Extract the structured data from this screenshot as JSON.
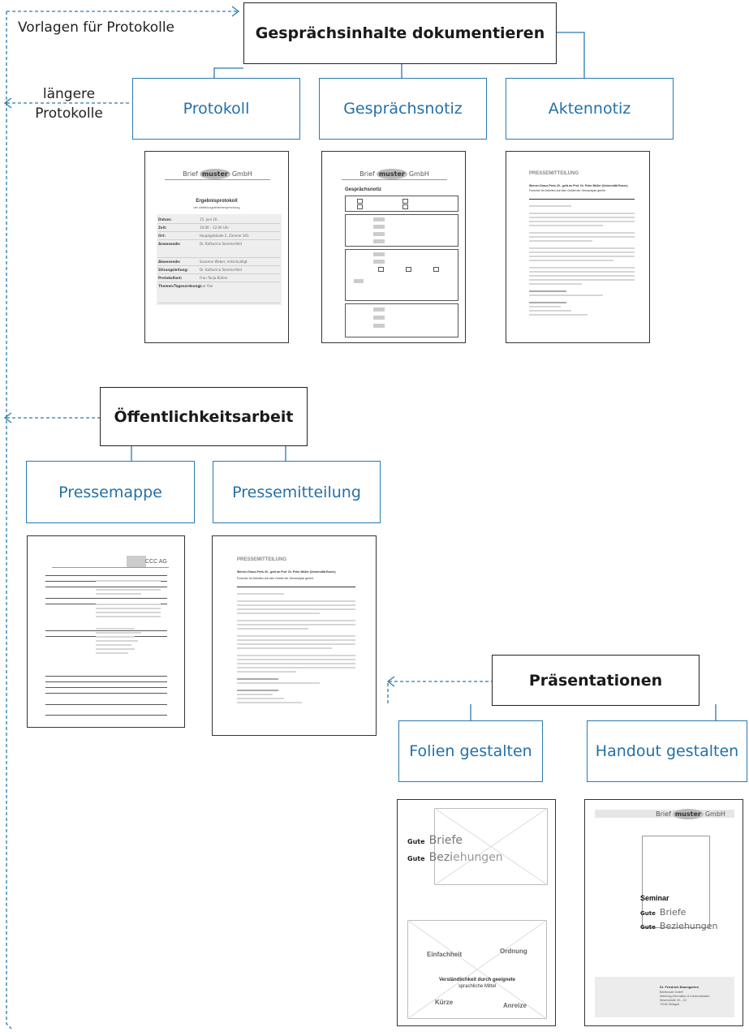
{
  "top": {
    "title": "Gesprächsinhalte dokumentieren"
  },
  "labels": {
    "templates": "Vorlagen für Protokolle",
    "longer_line1": "längere",
    "longer_line2": "Protokolle"
  },
  "branches": {
    "protokoll": "Protokoll",
    "gespraechsnotiz": "Gesprächsnotiz",
    "aktennotiz": "Aktennotiz",
    "oeffentlichkeit": "Öffentlichkeitsarbeit",
    "pressemappe": "Pressemappe",
    "pressemitteilung": "Pressemitteilung",
    "praesentationen": "Präsentationen",
    "folien": "Folien gestalten",
    "handout": "Handout gestalten"
  },
  "docs": {
    "letterhead": {
      "left": "Brief",
      "mid": "muster",
      "right": "GmbH"
    },
    "protokoll": {
      "title": "Ergebnisprotokoll",
      "subtitle": "der Abteilungsleiterbesprechung",
      "rows": [
        {
          "k": "Datum:",
          "v": "15. Juni 20.."
        },
        {
          "k": "Zeit:",
          "v": "10:00 – 12:00 Uhr"
        },
        {
          "k": "Ort:",
          "v": "Hauptgebäude 2, Zimmer 301"
        },
        {
          "k": "Anwesende:",
          "v": "Dr. Katharina Sommerfeld"
        },
        {
          "k": "Abwesende:",
          "v": "Susanne Weber, entschuldigt"
        },
        {
          "k": "Sitzungsleitung:",
          "v": "Dr. Katharina Sommerfeld"
        },
        {
          "k": "Protokollant:",
          "v": "Frau Tanja Bühler"
        },
        {
          "k": "Themen/Tagesordnung:",
          "v": "Jour fixe"
        }
      ]
    },
    "notiz": {
      "title": "Gesprächsnotiz"
    },
    "press": {
      "heading": "PRESSEMITTEILUNG",
      "headline": "Werner-Graus-Preis 20.. geht an Prof. Dr. Peter Müller (Universität Essen)",
      "subline": "Forscher für Arbeiten auf dem Gebiet der Genanalyse geehrt"
    },
    "mappe": {
      "brand": "CCC AG"
    },
    "folien": {
      "gute1": "Gute",
      "briefe": "Briefe",
      "gute2": "Gute",
      "bez1": "Bezi",
      "bez2": "ehungen",
      "einfachheit": "Einfachheit",
      "ordnung": "Ordnung",
      "center1": "Verständlichkeit durch geeignete",
      "center2": "sprachliche Mittel",
      "kuerze": "Kürze",
      "anreize": "Anreize"
    },
    "handout": {
      "seminar": "Seminar",
      "gute1": "Gute",
      "briefe": "Briefe",
      "gute2": "Gute",
      "beziehungen": "Beziehungen",
      "name": "Dr. Friedrich Baumgarten",
      "l1": "Briefmuster GmbH",
      "l2": "Abteilung Information & Kommunikation",
      "l3": "Nesenstraße 20 – 24",
      "l4": "70184 Stuttgart"
    }
  }
}
